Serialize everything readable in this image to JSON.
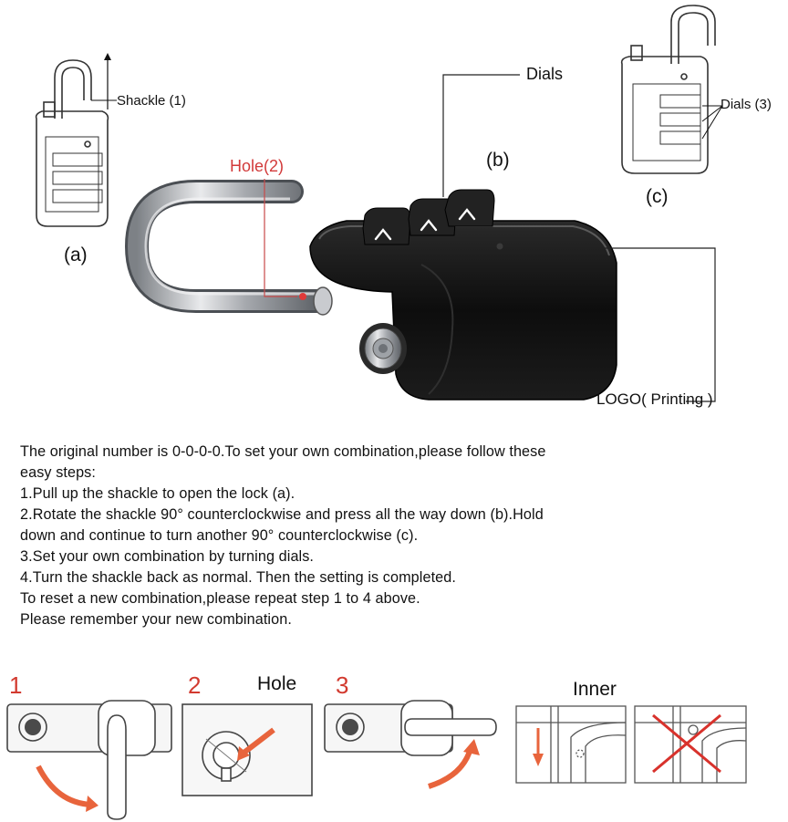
{
  "top_figure": {
    "labels": {
      "shackle": "Shackle (1)",
      "hole": "Hole(2)",
      "dials": "Dials",
      "dials_3": "Dials (3)",
      "logo": "LOGO( Printing )",
      "fig_a": "(a)",
      "fig_b": "(b)",
      "fig_c": "(c)"
    },
    "colors": {
      "hole_red": "#d23a3a",
      "lock_body": "#121212",
      "shackle_steel": "#b9bcc0"
    }
  },
  "instructions": {
    "lines": [
      "The original number is 0-0-0-0.To set your own combination,please follow these",
      "easy steps:",
      "1.Pull up the shackle to open the lock (a).",
      "2.Rotate the shackle 90°   counterclockwise and press all the way down (b).Hold",
      "down and continue to turn another 90°  counterclockwise (c).",
      "3.Set your own combination by turning dials.",
      "4.Turn the shackle back as normal. Then the setting is completed.",
      "To reset a new combination,please repeat step 1 to 4 above.",
      "Please remember your new combination."
    ]
  },
  "bottom_steps": {
    "step1": "1",
    "step2": "2",
    "step2_label": "Hole",
    "step3": "3",
    "inner_label": "Inner",
    "colors": {
      "step_number": "#d23a2f",
      "arrow": "#e8643c",
      "cross": "#d8322c"
    }
  }
}
